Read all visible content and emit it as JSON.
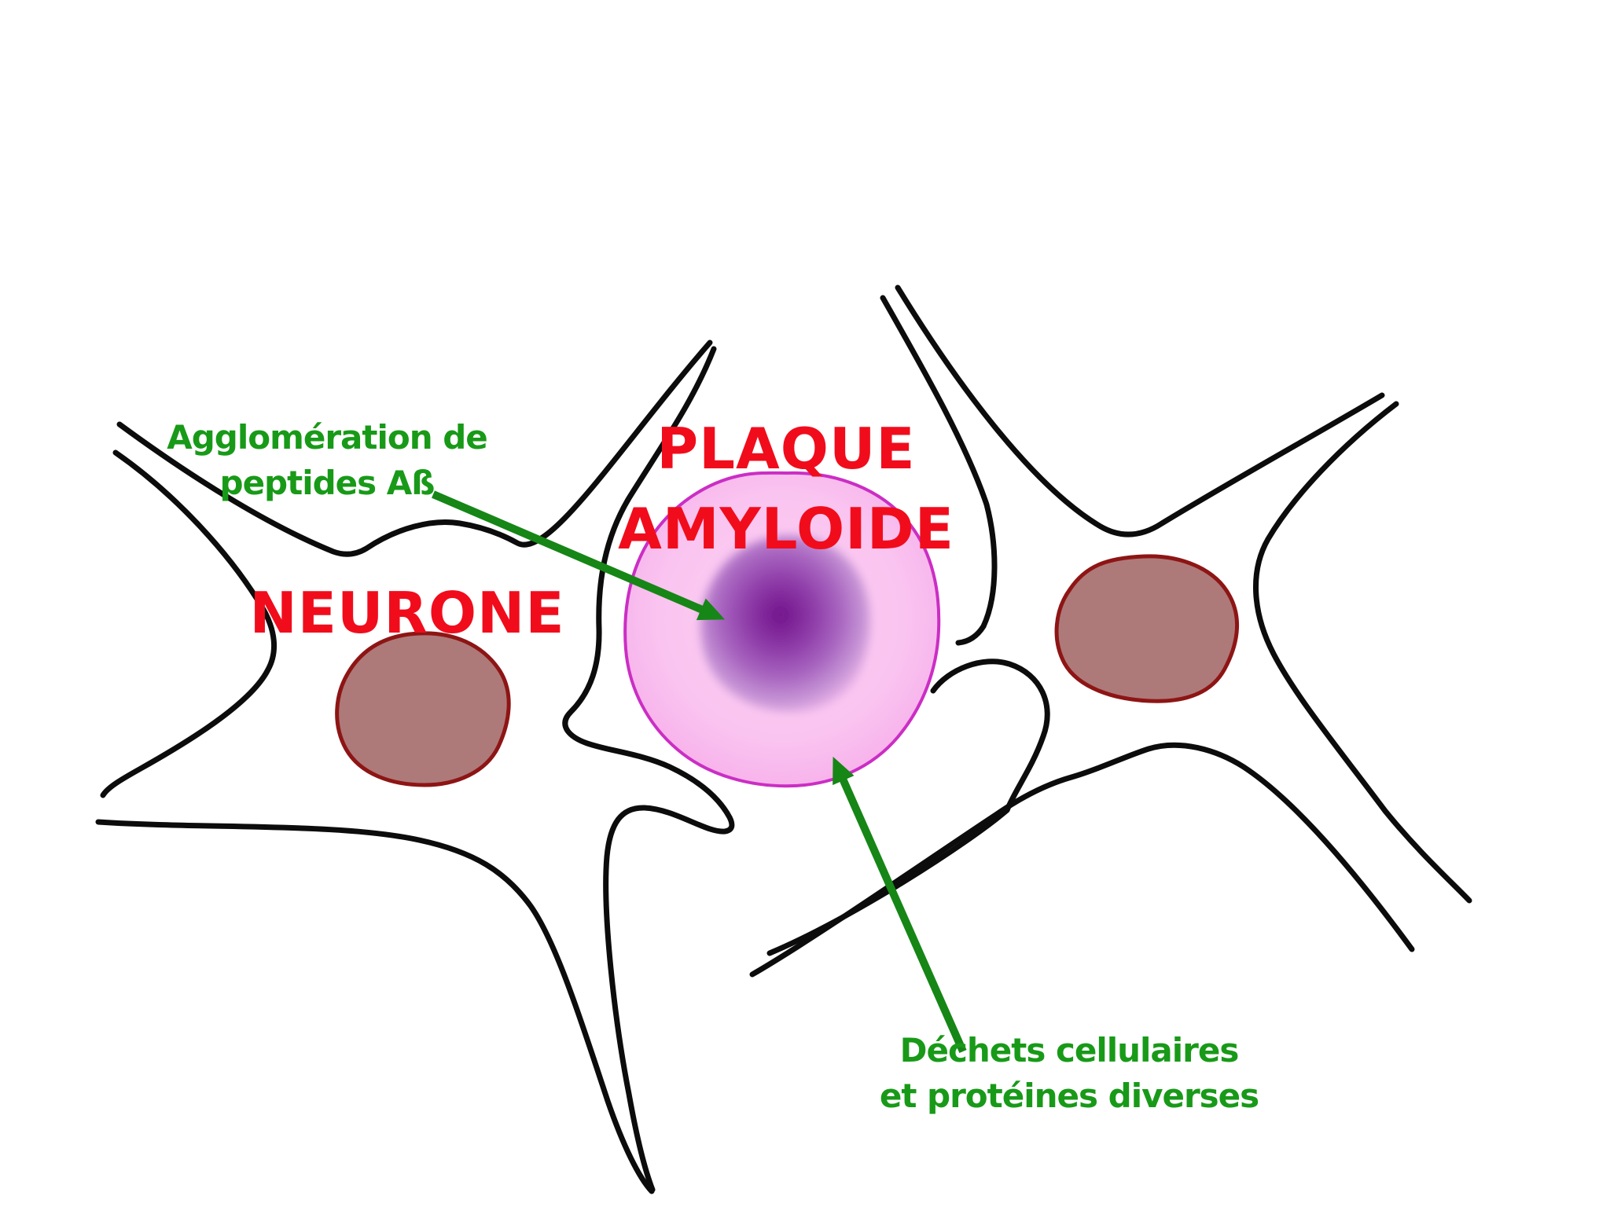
{
  "figure": {
    "type": "hand-drawn-biology-diagram",
    "subject": "Amyloid plaque between neurons (Alzheimer illustration)",
    "background_color": "#ffffff",
    "labels": {
      "aggregation_line1": "Agglomération de",
      "aggregation_line2": "peptides Aß",
      "plaque_line1": "PLAQUE",
      "plaque_line2": "AMYLOIDE",
      "neuron": "NEURONE",
      "debris_line1": "Déchets cellulaires",
      "debris_line2": "et protéines diverses"
    },
    "annotations": [
      {
        "text": "Agglomération de peptides Aß",
        "arrow_points_to": "dark purple core of the amyloid plaque"
      },
      {
        "text": "Déchets cellulaires et protéines diverses",
        "arrow_points_to": "pink outer region of the amyloid plaque"
      }
    ],
    "colors": {
      "label_red": "#f10c1c",
      "label_green": "#189a18",
      "arrow_green": "#168616",
      "outline_black": "#0c0c0c",
      "plaque_fill_light": "#fbc7f0",
      "plaque_fill_edge": "#f5aae8",
      "plaque_border_magenta": "#cb2ec4",
      "plaque_core_dark_purple": "#72148c",
      "plaque_core_light_purple": "#c795d6",
      "nucleus_fill_brown": "#ae7979",
      "nucleus_border_dark_red": "#8e1515"
    },
    "elements": {
      "left_neuron": "star-shaped neuron outline with brown nucleus",
      "right_neuron": "star-shaped neuron outline with brown nucleus",
      "plaque": "pink amyloid plaque with purple gradient core between the two neurons"
    }
  }
}
